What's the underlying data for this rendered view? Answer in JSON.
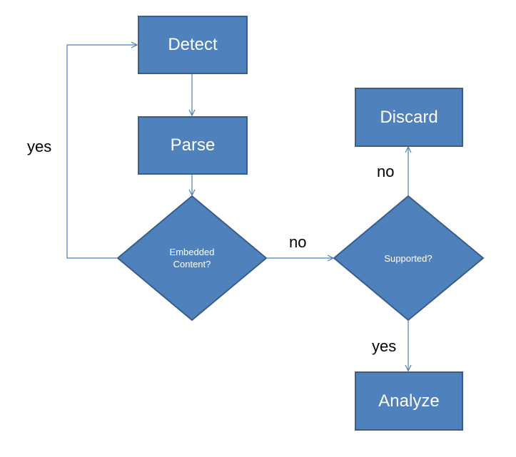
{
  "nodes": {
    "detect": "Detect",
    "parse": "Parse",
    "embedded": "Embedded\nContent?",
    "supported": "Supported?",
    "discard": "Discard",
    "analyze": "Analyze"
  },
  "edges": {
    "yes_loop": "yes",
    "no_right": "no",
    "no_up": "no",
    "yes_down": "yes"
  },
  "colors": {
    "fill": "#4f81bd",
    "stroke": "#385d8a",
    "line": "#4a7ebb"
  }
}
